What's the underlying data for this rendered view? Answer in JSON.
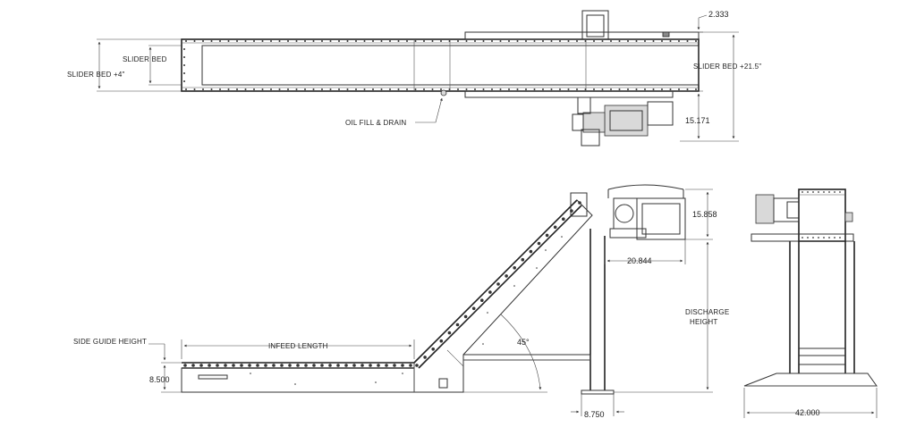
{
  "labels": {
    "slider_bed": "SLIDER BED",
    "slider_bed_plus_4": "SLIDER BED +4\"",
    "slider_bed_plus_21_5": "SLIDER BED +21.5\"",
    "oil_fill_drain": "OIL FILL & DRAIN",
    "side_guide_height": "SIDE GUIDE HEIGHT",
    "infeed_length": "INFEED LENGTH",
    "discharge_height_line1": "DISCHARGE",
    "discharge_height_line2": "HEIGHT",
    "angle": "45°"
  },
  "dimensions": {
    "d_2_333": "2.333",
    "d_15_171": "15.171",
    "d_15_858": "15.858",
    "d_20_844": "20.844",
    "d_8_500": "8.500",
    "d_8_750": "8.750",
    "d_42_000": "42.000"
  }
}
